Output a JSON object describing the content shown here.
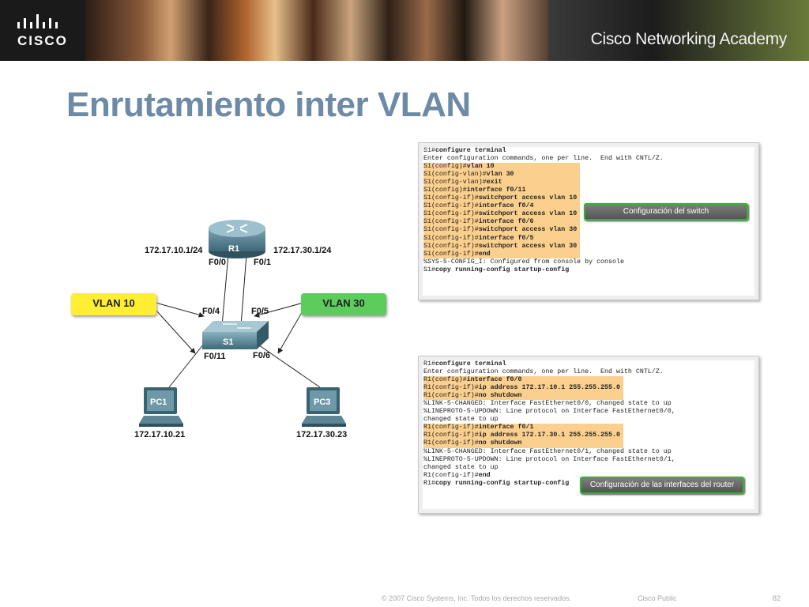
{
  "header": {
    "brand": "CISCO",
    "academy": "Cisco Networking Academy"
  },
  "title": "Enrutamiento inter VLAN",
  "diagram": {
    "router": {
      "name": "R1",
      "left_ip": "172.17.10.1/24",
      "right_ip": "172.17.30.1/24",
      "left_port": "F0/0",
      "right_port": "F0/1"
    },
    "switch": {
      "name": "S1",
      "port_vlan10": "F0/4",
      "port_vlan30": "F0/5",
      "port_pc1": "F0/11",
      "port_pc3": "F0/6"
    },
    "vlan10": {
      "label": "VLAN 10",
      "color": "#ffee33"
    },
    "vlan30": {
      "label": "VLAN 30",
      "color": "#5ccc5c"
    },
    "pc1": {
      "name": "PC1",
      "ip": "172.17.10.21"
    },
    "pc3": {
      "name": "PC3",
      "ip": "172.17.30.23"
    }
  },
  "switch_config": {
    "callout": "Configuración del switch",
    "lines": [
      {
        "prompt": "S1#",
        "cmd": "configure terminal",
        "hl": false
      },
      {
        "prompt": "Enter configuration commands, one per line.  End with CNTL/Z.",
        "cmd": "",
        "hl": false
      },
      {
        "prompt": "S1(config)#",
        "cmd": "vlan 10",
        "hl": true
      },
      {
        "prompt": "S1(config-vlan)#",
        "cmd": "vlan 30",
        "hl": true
      },
      {
        "prompt": "S1(config-vlan)#",
        "cmd": "exit",
        "hl": true
      },
      {
        "prompt": "S1(config)#",
        "cmd": "interface f0/11",
        "hl": true
      },
      {
        "prompt": "S1(config-if)#",
        "cmd": "switchport access vlan 10",
        "hl": true
      },
      {
        "prompt": "S1(config-if)#",
        "cmd": "interface f0/4",
        "hl": true
      },
      {
        "prompt": "S1(config-if)#",
        "cmd": "switchport access vlan 10",
        "hl": true
      },
      {
        "prompt": "S1(config-if)#",
        "cmd": "interface f0/6",
        "hl": true
      },
      {
        "prompt": "S1(config-if)#",
        "cmd": "switchport access vlan 30",
        "hl": true
      },
      {
        "prompt": "S1(config-if)#",
        "cmd": "interface f0/5",
        "hl": true
      },
      {
        "prompt": "S1(config-if)#",
        "cmd": "switchport access vlan 30",
        "hl": true
      },
      {
        "prompt": "S1(config-if)#",
        "cmd": "end",
        "hl": true
      },
      {
        "prompt": "%SYS-5-CONFIG_I: Configured from console by console",
        "cmd": "",
        "hl": false
      },
      {
        "prompt": "S1#",
        "cmd": "copy running-config startup-config",
        "hl": false
      }
    ]
  },
  "router_config": {
    "callout": "Configuración de las interfaces del router",
    "lines": [
      {
        "prompt": "R1#",
        "cmd": "configure terminal",
        "hl": false
      },
      {
        "prompt": "Enter configuration commands, one per line.  End with CNTL/Z.",
        "cmd": "",
        "hl": false
      },
      {
        "prompt": "R1(config)#",
        "cmd": "interface f0/0",
        "hl": true
      },
      {
        "prompt": "R1(config-if)#",
        "cmd": "ip address 172.17.10.1 255.255.255.0",
        "hl": true
      },
      {
        "prompt": "R1(config-if)#",
        "cmd": "no shutdown",
        "hl": true
      },
      {
        "prompt": "%LINK-5-CHANGED: Interface FastEthernet0/0, changed state to up",
        "cmd": "",
        "hl": false
      },
      {
        "prompt": "%LINEPROTO-5-UPDOWN: Line protocol on Interface FastEthernet0/0,",
        "cmd": "",
        "hl": false
      },
      {
        "prompt": "changed state to up",
        "cmd": "",
        "hl": false
      },
      {
        "prompt": "R1(config-if)#",
        "cmd": "interface f0/1",
        "hl": true
      },
      {
        "prompt": "R1(config-if)#",
        "cmd": "ip address 172.17.30.1 255.255.255.0",
        "hl": true
      },
      {
        "prompt": "R1(config-if)#",
        "cmd": "no shutdown",
        "hl": true
      },
      {
        "prompt": "%LINK-5-CHANGED: Interface FastEthernet0/1, changed state to up",
        "cmd": "",
        "hl": false
      },
      {
        "prompt": "%LINEPROTO-5-UPDOWN: Line protocol on Interface FastEthernet0/1,",
        "cmd": "",
        "hl": false
      },
      {
        "prompt": "changed state to up",
        "cmd": "",
        "hl": false
      },
      {
        "prompt": "R1(config-if)#",
        "cmd": "end",
        "hl": false
      },
      {
        "prompt": "R1#",
        "cmd": "copy running-config startup-config",
        "hl": false
      }
    ]
  },
  "footer": {
    "copyright": "© 2007 Cisco Systems, Inc. Todos los derechos reservados.",
    "classification": "Cisco Public",
    "page": "82"
  }
}
